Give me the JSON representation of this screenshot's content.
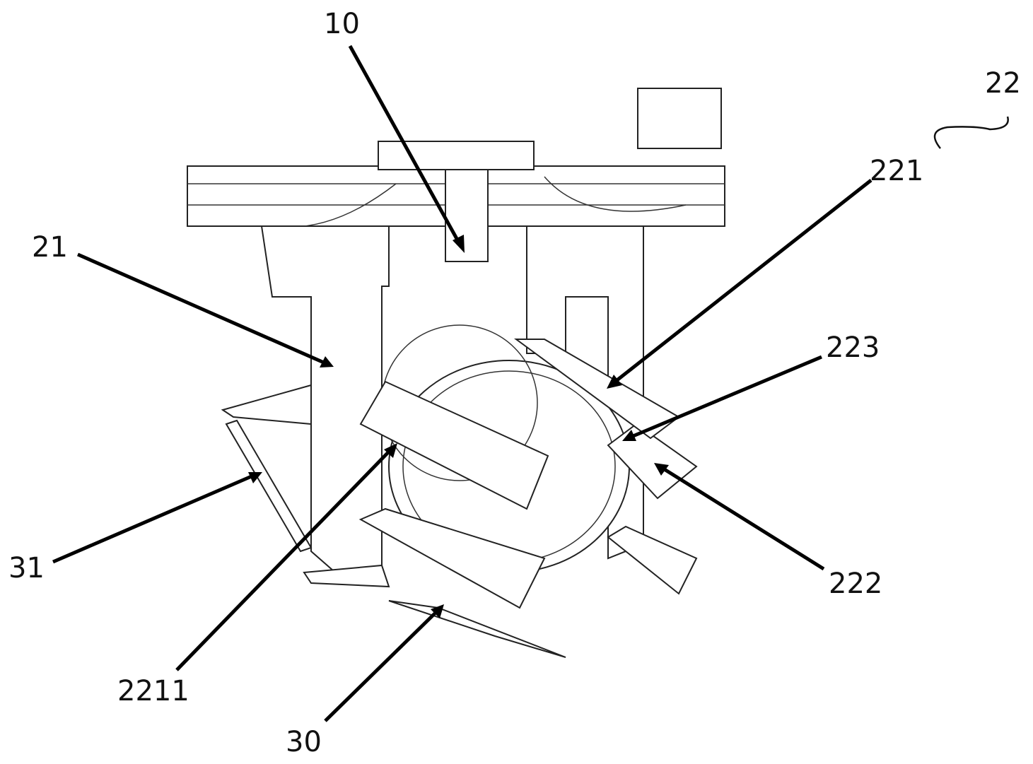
{
  "labels": {
    "l10": "10",
    "l22": "22",
    "l221": "221",
    "l21": "21",
    "l223": "223",
    "l222": "222",
    "l31": "31",
    "l2211": "2211",
    "l30": "30"
  }
}
